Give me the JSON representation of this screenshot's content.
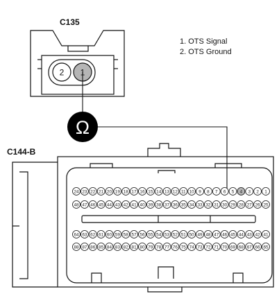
{
  "connector_top": {
    "label": "C135",
    "pins": [
      {
        "number": "2",
        "highlighted": false
      },
      {
        "number": "1",
        "highlighted": true
      }
    ]
  },
  "legend": [
    "1. OTS Signal",
    "2. OTS Ground"
  ],
  "meter": {
    "symbol": "Ω",
    "icon": "ohmmeter-icon"
  },
  "connector_main": {
    "label": "C144-B",
    "rows": [
      {
        "start": 24,
        "end": 1,
        "count": 24
      },
      {
        "start": 48,
        "end": 25,
        "count": 24
      },
      {
        "start": 64,
        "end": 41,
        "count": 24
      },
      {
        "start": 88,
        "end": 65,
        "count": 24
      }
    ],
    "highlighted_pin": 4
  },
  "colors": {
    "line": "#111111",
    "pin_highlight": "#b5b5b5",
    "meter_fill": "#000000",
    "meter_symbol": "#ffffff"
  }
}
